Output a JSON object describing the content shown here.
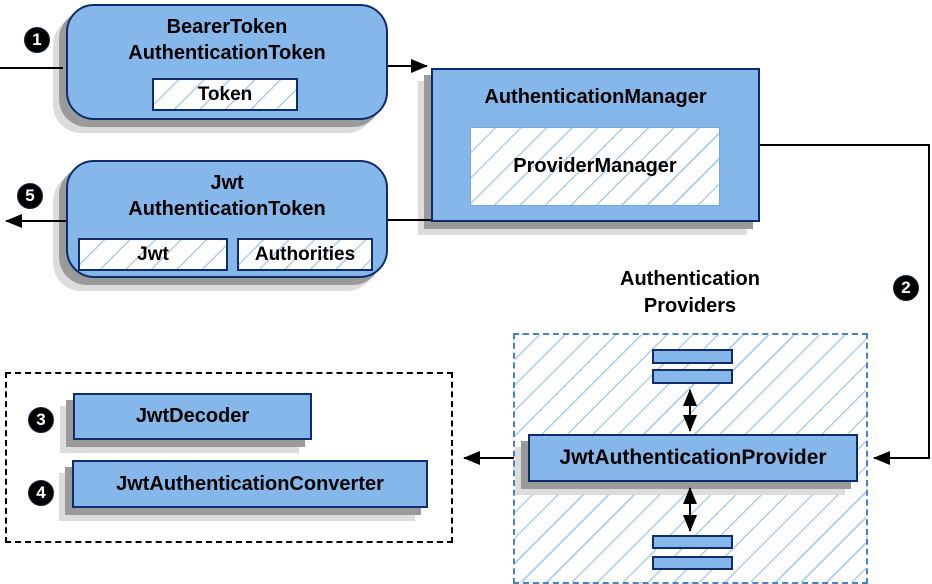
{
  "colors": {
    "node_fill": "#85b7ea",
    "node_border": "#102d69",
    "hatch_line": "#abcdee",
    "dashed_blue_border": "#4a80c4",
    "dashed_black_border": "#000000",
    "shadow_dark": "#9a9a9a",
    "shadow_light": "#dcdcdc",
    "wire": "#000000",
    "badge_bg": "#000000",
    "badge_text": "#ffffff"
  },
  "steps": {
    "s1": "1",
    "s2": "2",
    "s3": "3",
    "s4": "4",
    "s5": "5"
  },
  "nodes": {
    "bearer_token": {
      "title_line1": "BearerToken",
      "title_line2": "AuthenticationToken",
      "field_token": "Token"
    },
    "authentication_manager": {
      "title": "AuthenticationManager",
      "inner": "ProviderManager"
    },
    "jwt_authentication_token": {
      "title_line1": "Jwt",
      "title_line2": "AuthenticationToken",
      "field_jwt": "Jwt",
      "field_authorities": "Authorities"
    },
    "providers_group": {
      "label_line1": "Authentication",
      "label_line2": "Providers"
    },
    "jwt_authentication_provider": {
      "title": "JwtAuthenticationProvider"
    },
    "jwt_decoder": {
      "title": "JwtDecoder"
    },
    "jwt_authentication_converter": {
      "title": "JwtAuthenticationConverter"
    }
  }
}
